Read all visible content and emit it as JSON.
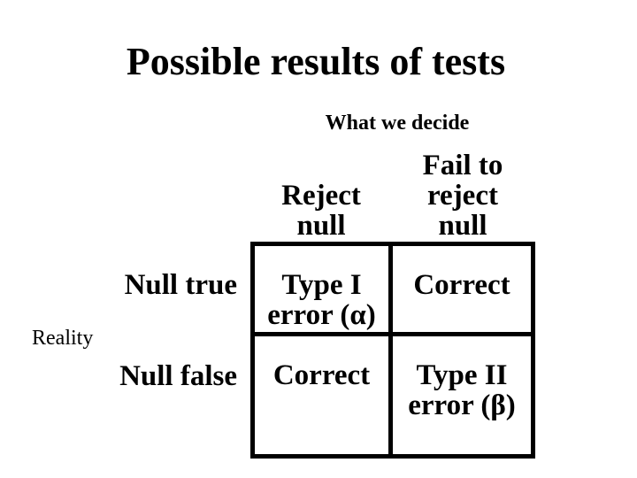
{
  "slide": {
    "title": "Possible results of tests",
    "axis_labels": {
      "decide": "What we decide",
      "reality": "Reality"
    },
    "table": {
      "col_headers": [
        {
          "lines": [
            "Reject",
            "null"
          ]
        },
        {
          "lines": [
            "Fail to",
            "reject",
            "null"
          ]
        }
      ],
      "row_headers": [
        "Null true",
        "Null false"
      ],
      "cells": [
        [
          {
            "lines": [
              "Type I",
              "error (α)"
            ]
          },
          {
            "lines": [
              "Correct"
            ]
          }
        ],
        [
          {
            "lines": [
              "Correct"
            ]
          },
          {
            "lines": [
              "Type II",
              "error (β)"
            ]
          }
        ]
      ]
    },
    "colors": {
      "background": "#ffffff",
      "text": "#000000",
      "table_border": "#000000"
    }
  }
}
